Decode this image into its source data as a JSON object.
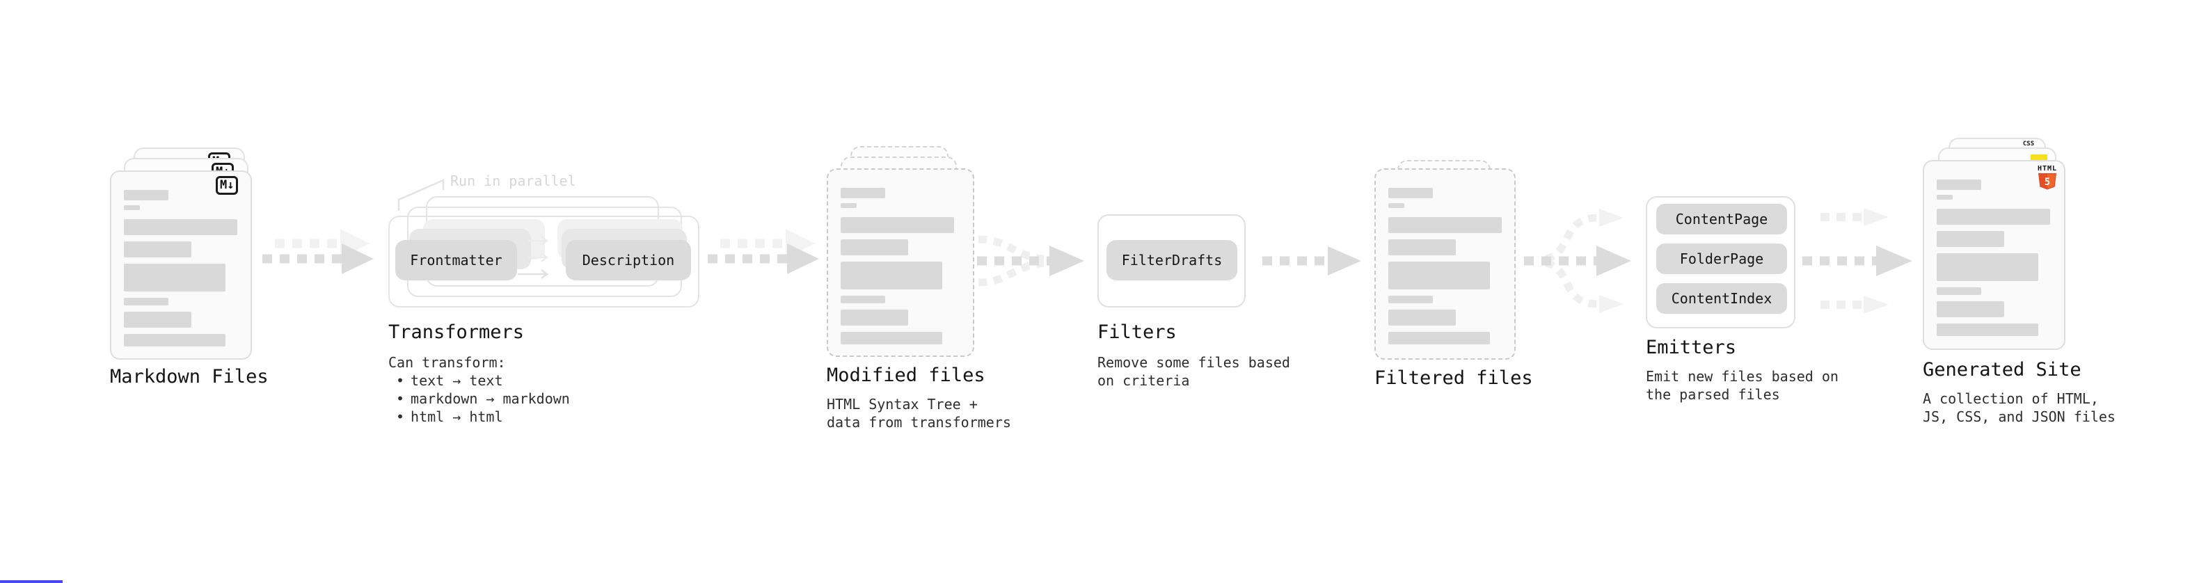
{
  "diagram": {
    "markdown_files": {
      "label": "Markdown Files",
      "badge": "M↓"
    },
    "transformers": {
      "annotation": "Run in parallel",
      "node_frontmatter": "Frontmatter",
      "node_description": "Description",
      "label": "Transformers",
      "desc_title": "Can transform:",
      "bullet_char": "•",
      "bullets": [
        "text → text",
        "markdown → markdown",
        "html → html"
      ]
    },
    "modified_files": {
      "label": "Modified files",
      "desc": [
        "HTML Syntax Tree +",
        "data from transformers"
      ]
    },
    "filters": {
      "label": "Filters",
      "node": "FilterDrafts",
      "desc": [
        "Remove some files based",
        "on criteria"
      ]
    },
    "filtered_files": {
      "label": "Filtered files"
    },
    "emitters": {
      "label": "Emitters",
      "nodes": [
        "ContentPage",
        "FolderPage",
        "ContentIndex"
      ],
      "desc": [
        "Emit new files based on",
        "the parsed files"
      ]
    },
    "generated_site": {
      "label": "Generated Site",
      "desc": [
        "A collection of HTML,",
        "JS, CSS, and JSON files"
      ],
      "badges": {
        "css": "CSS",
        "html_word": "HTML",
        "html_number": "5"
      }
    }
  },
  "colors": {
    "accent_html5": "#e44d26",
    "accent_js": "#f7df1e",
    "accent_css": "#2962e8",
    "accent_bottom_bar": "#4945ff",
    "node_fill": "#dbdbdb",
    "arrow_main": "#dcdcdc",
    "arrow_ghost": "#f1f1f1"
  }
}
